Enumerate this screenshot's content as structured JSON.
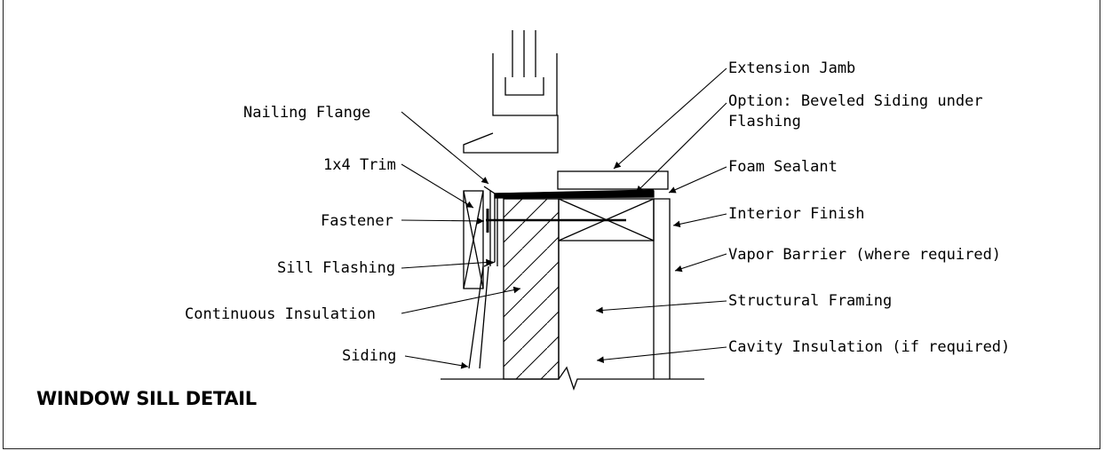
{
  "title": "WINDOW SILL DETAIL",
  "labels": {
    "extension_jamb": "Extension Jamb",
    "option_beveled_siding_1": "Option: Beveled Siding under",
    "option_beveled_siding_2": "Flashing",
    "nailing_flange": "Nailing Flange",
    "foam_sealant": "Foam Sealant",
    "trim_1x4": "1x4 Trim",
    "interior_finish": "Interior Finish",
    "fastener": "Fastener",
    "vapor_barrier": "Vapor Barrier (where required)",
    "sill_flashing": "Sill Flashing",
    "structural_framing": "Structural Framing",
    "continuous_insulation": "Continuous Insulation",
    "cavity_insulation": "Cavity Insulation (if required)",
    "siding": "Siding"
  },
  "colors": {
    "ink": "#000000",
    "background": "#ffffff"
  }
}
